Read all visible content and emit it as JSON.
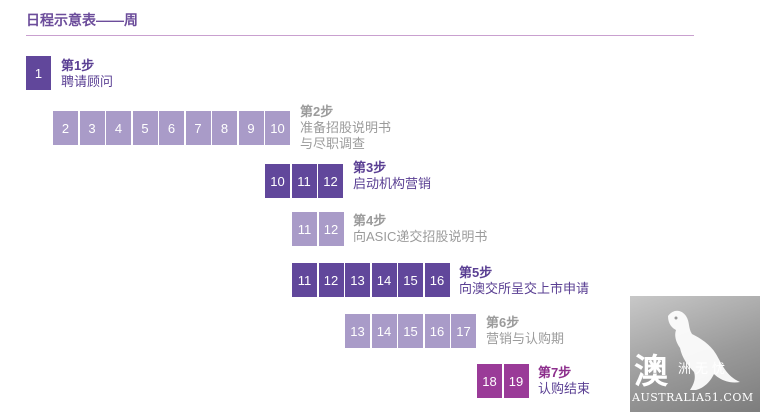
{
  "title": "日程示意表——周",
  "steps": [
    {
      "cells": [
        "1"
      ],
      "step": "第1步",
      "desc1": "聘请顾问",
      "desc2": ""
    },
    {
      "cells": [
        "2",
        "3",
        "4",
        "5",
        "6",
        "7",
        "8",
        "9",
        "10"
      ],
      "step": "第2步",
      "desc1": "准备招股说明书",
      "desc2": "与尽职调查"
    },
    {
      "cells": [
        "10",
        "11",
        "12"
      ],
      "step": "第3步",
      "desc1": "启动机构营销",
      "desc2": ""
    },
    {
      "cells": [
        "11",
        "12"
      ],
      "step": "第4步",
      "desc1": "向ASIC递交招股说明书",
      "desc2": ""
    },
    {
      "cells": [
        "11",
        "12",
        "13",
        "14",
        "15",
        "16"
      ],
      "step": "第5步",
      "desc1": "向澳交所呈交上市申请",
      "desc2": ""
    },
    {
      "cells": [
        "13",
        "14",
        "15",
        "16",
        "17"
      ],
      "step": "第6步",
      "desc1": "营销与认购期",
      "desc2": ""
    },
    {
      "cells": [
        "18",
        "19"
      ],
      "step": "第7步",
      "desc1": "认购结束",
      "desc2": ""
    }
  ],
  "watermark": {
    "big": "澳",
    "small": "洲无忧",
    "en": "AUSTRALIA51.COM"
  }
}
